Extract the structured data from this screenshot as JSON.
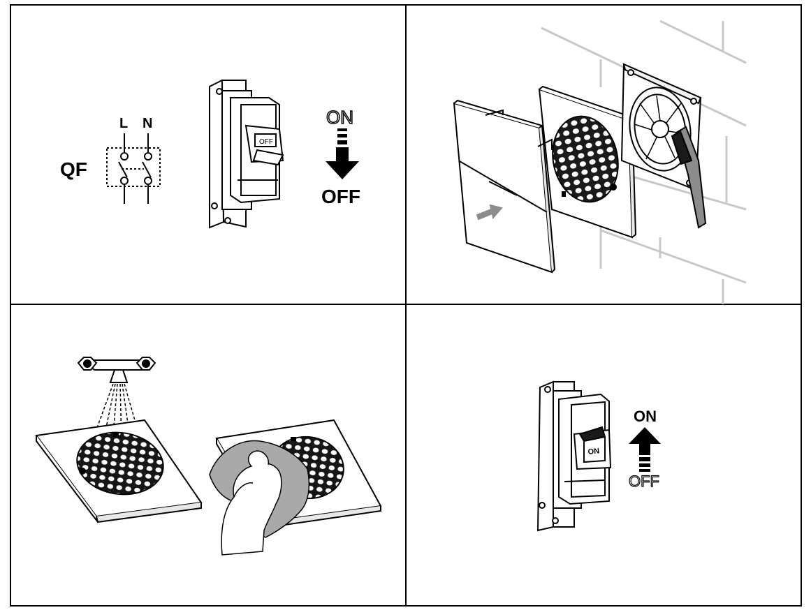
{
  "panels": [
    {
      "name": "switch-off",
      "labels": {
        "qf": "QF",
        "l": "L",
        "n": "N"
      },
      "breaker": {
        "label": "OFF"
      },
      "arrow": {
        "from": "ON",
        "to": "OFF",
        "direction": "down",
        "emphasis": "to"
      }
    },
    {
      "name": "disassembly"
    },
    {
      "name": "washing-and-wiping"
    },
    {
      "name": "switch-on",
      "breaker": {
        "label": "ON"
      },
      "arrow": {
        "from": "OFF",
        "to": "ON",
        "direction": "up",
        "emphasis": "to"
      }
    }
  ],
  "colors": {
    "line": "#000000",
    "grey": "#8c8c8c",
    "wall": "#c8c8c8",
    "cloth": "#a9a9a9"
  }
}
